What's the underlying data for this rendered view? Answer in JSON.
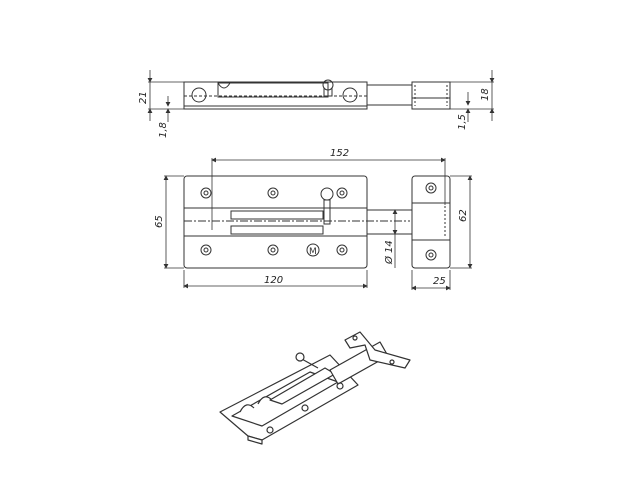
{
  "drawing": {
    "title": "Door bolt latch technical drawing",
    "colors": {
      "line": "#333333",
      "background": "#ffffff"
    },
    "side_view": {
      "dimensions": {
        "height_total": "21",
        "base_thickness": "1,8",
        "keeper_height": "18",
        "keeper_thickness": "1,5"
      }
    },
    "front_view": {
      "dimensions": {
        "overall_length": "152",
        "plate_length": "120",
        "plate_width": "65",
        "keeper_width": "62",
        "keeper_depth": "25",
        "bolt_diameter": "Ø 14"
      },
      "marking": "M"
    },
    "isometric_view": {
      "label": ""
    }
  }
}
